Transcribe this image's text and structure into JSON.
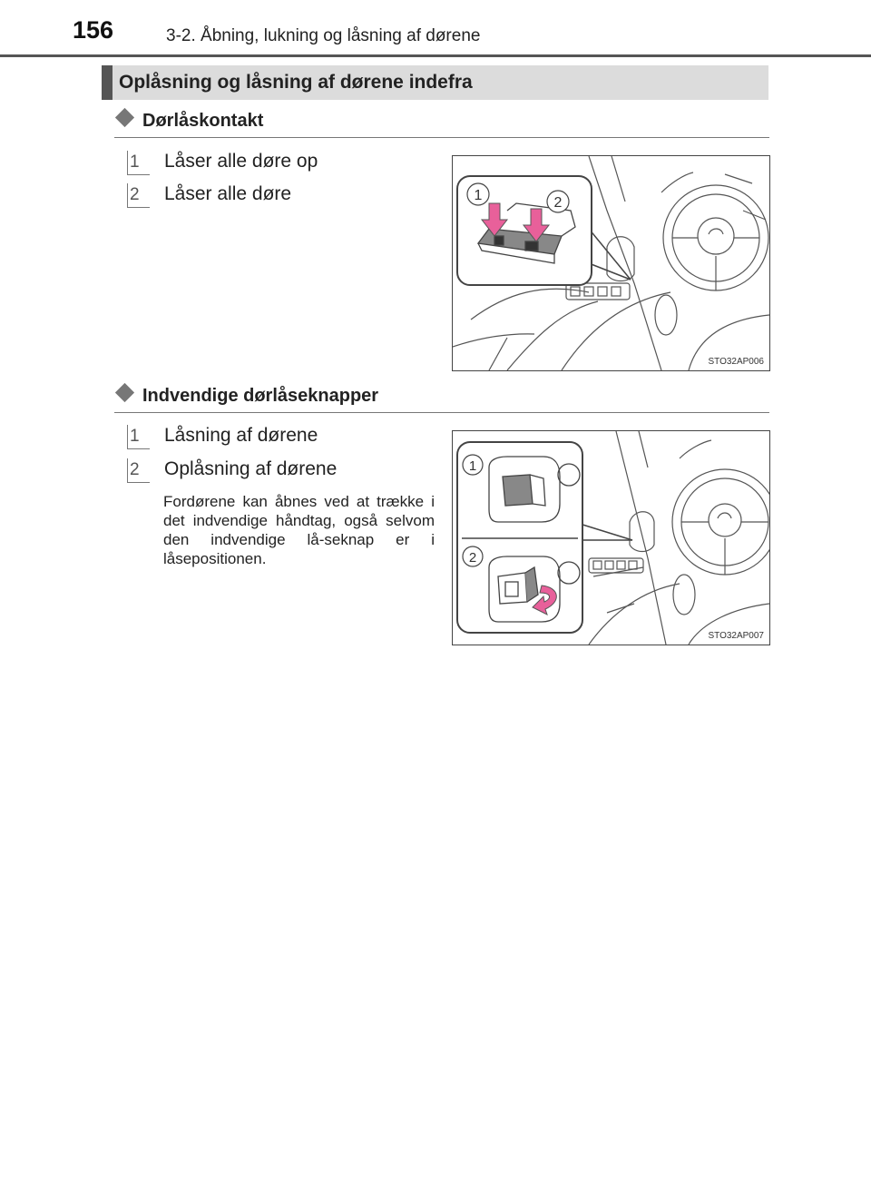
{
  "header": {
    "page_number": "156",
    "running_title": "3-2. Åbning, lukning og låsning af dørene"
  },
  "section": {
    "title": "Oplåsning og låsning af dørene indefra"
  },
  "door_lock_switch": {
    "heading": "Dørlåskontakt",
    "items": [
      {
        "num": "1",
        "label": "Låser alle døre op"
      },
      {
        "num": "2",
        "label": "Låser alle døre"
      }
    ],
    "figure": {
      "code": "STO32AP006",
      "callouts": [
        "1",
        "2"
      ]
    }
  },
  "inside_lock_buttons": {
    "heading": "Indvendige dørlåseknapper",
    "items": [
      {
        "num": "1",
        "label": "Låsning af dørene"
      },
      {
        "num": "2",
        "label": "Oplåsning af dørene"
      }
    ],
    "note": "Fordørene kan åbnes ved at trække i det indvendige håndtag, også selvom den indvendige lå-seknap er i låsepositionen.",
    "figure": {
      "code": "STO32AP007",
      "callouts": [
        "1",
        "2"
      ]
    }
  },
  "colors": {
    "accent_pink": "#e8609a",
    "bar_gray": "#dcdcdc",
    "dark_gray": "#555555"
  }
}
